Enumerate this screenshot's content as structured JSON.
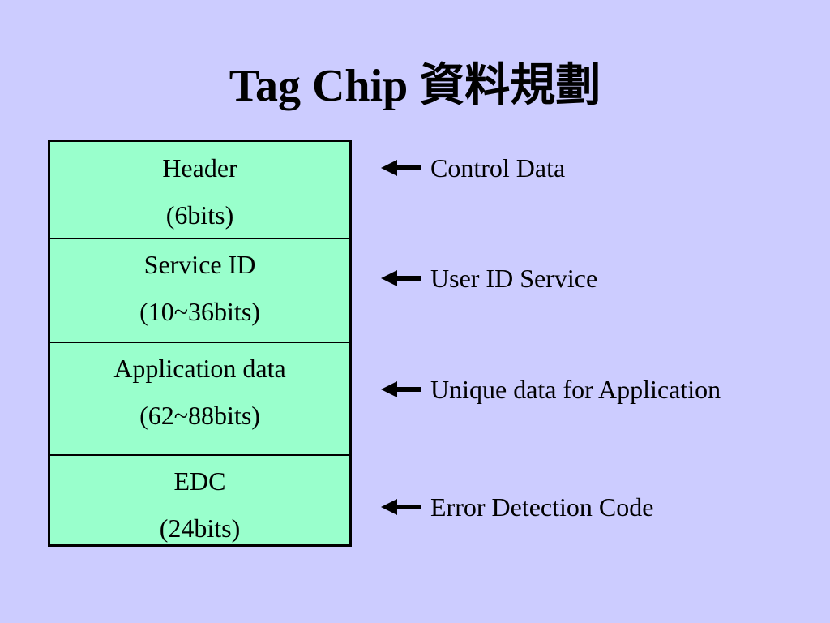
{
  "title": "Tag Chip 資料規劃",
  "fields": [
    {
      "name": "Header",
      "size": "(6bits)",
      "description": "Control Data"
    },
    {
      "name": "Service ID",
      "size": "(10~36bits)",
      "description": "User ID Service"
    },
    {
      "name": "Application data",
      "size": "(62~88bits)",
      "description": "Unique data for Application"
    },
    {
      "name": "EDC",
      "size": "(24bits)",
      "description": "Error Detection Code"
    }
  ],
  "colors": {
    "background": "#ccccff",
    "table_fill": "#99ffcc",
    "text": "#000000"
  },
  "icons": {
    "annotation_pointer": "left-arrow-icon"
  }
}
